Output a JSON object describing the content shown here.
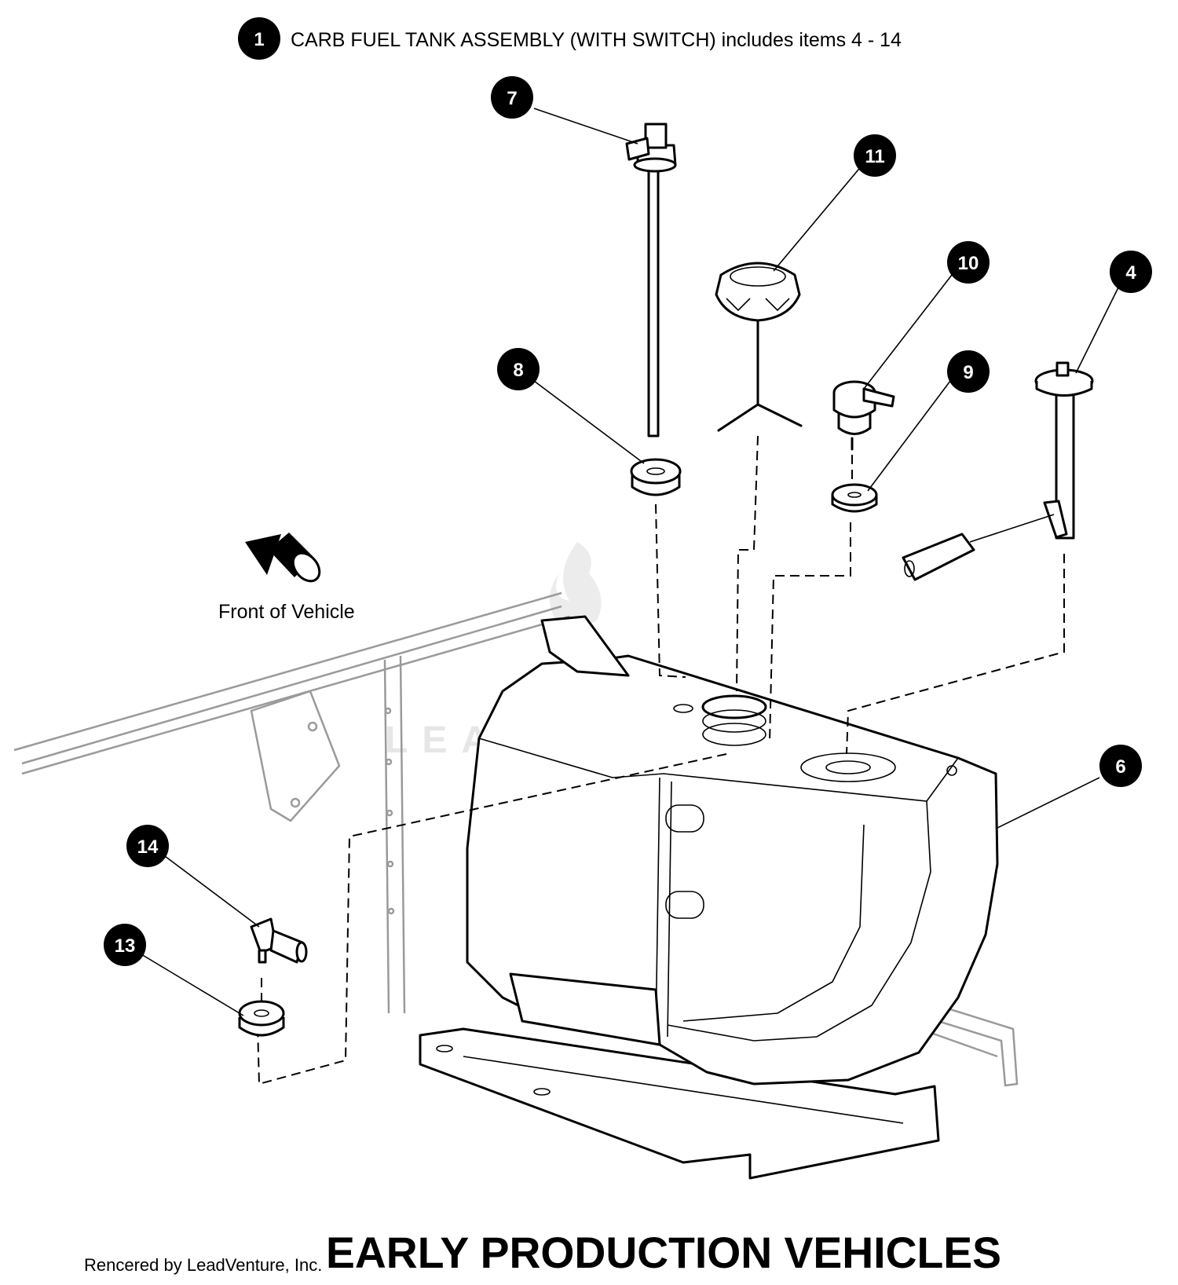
{
  "header": {
    "callout": "1",
    "title": "CARB FUEL TANK ASSEMBLY (WITH SWITCH) includes items 4 - 14"
  },
  "front_label": "Front of Vehicle",
  "watermark_text": "LEADVENTURE",
  "callouts": {
    "c4": "4",
    "c6": "6",
    "c7": "7",
    "c8": "8",
    "c9": "9",
    "c10": "10",
    "c11": "11",
    "c13": "13",
    "c14": "14"
  },
  "parts": {
    "c4": "fuel-sender-float",
    "c6": "fuel-tank",
    "c7": "vent-tube-elbow",
    "c8": "grommet",
    "c9": "grommet",
    "c10": "rollover-valve",
    "c11": "fuel-cap-with-tether",
    "c13": "grommet",
    "c14": "elbow-fitting"
  },
  "footer": {
    "credit": "Rencered by LeadVenture, Inc.",
    "heading": "EARLY PRODUCTION VEHICLES"
  },
  "colors": {
    "ink": "#000000",
    "callout_fill": "#000000",
    "callout_text": "#ffffff",
    "frame_grey": "#9a9a9a",
    "watermark": "#e6e6e6"
  }
}
